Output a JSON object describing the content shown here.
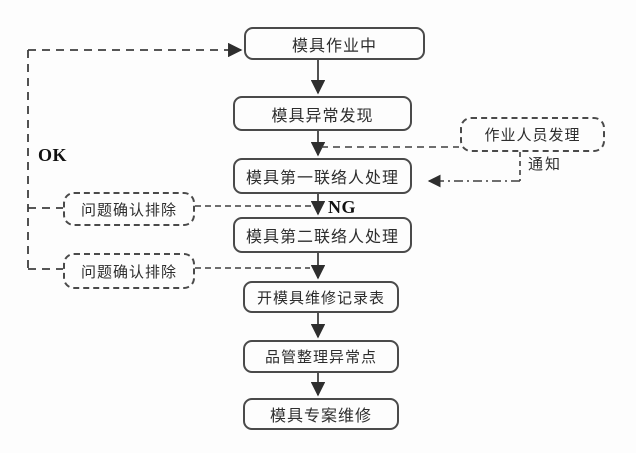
{
  "canvas": {
    "background": "#fdfdfd",
    "line_color": "#3f3f3f",
    "text_color": "#2d2d2d"
  },
  "main_flow": [
    {
      "label": "模具作业中"
    },
    {
      "label": "模具异常发现"
    },
    {
      "label": "模具第一联络人处理"
    },
    {
      "label": "模具第二联络人处理"
    },
    {
      "label": "开模具维修记录表"
    },
    {
      "label": "品管整理异常点"
    },
    {
      "label": "模具专案维修"
    }
  ],
  "feedback_boxes": [
    {
      "label": "问题确认排除"
    },
    {
      "label": "问题确认排除"
    }
  ],
  "operator_box": {
    "label": "作业人员发理"
  },
  "edge_labels": {
    "ok": "OK",
    "ng": "NG",
    "notify": "通知"
  }
}
